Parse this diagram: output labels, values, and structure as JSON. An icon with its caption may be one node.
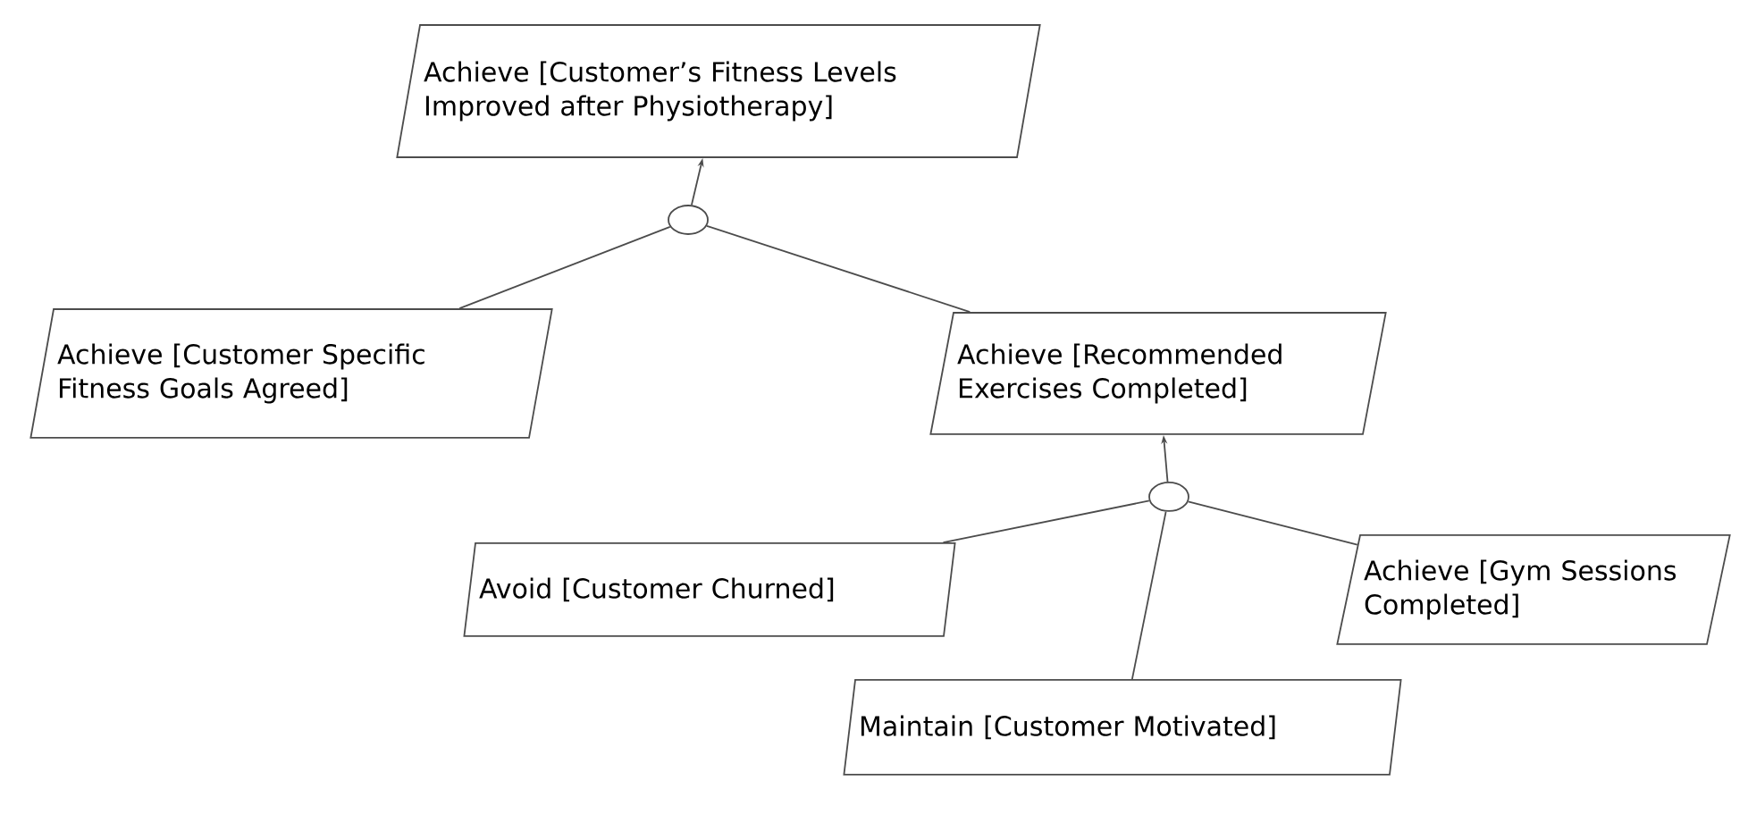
{
  "diagram": {
    "nodes": [
      {
        "text": [
          "Achieve [Customer’s Fitness Levels Improved after Physiotherapy]"
        ]
      },
      {
        "text": [],
        "shape": "circle"
      },
      {
        "text": [
          "Achieve [Customer Specific Fitness Goals Agreed]"
        ]
      },
      {
        "text": [
          "Achieve [Recommended Exercises Completed]"
        ]
      },
      {
        "text": [],
        "shape": "circle"
      },
      {
        "text": [
          "Avoid [Customer Churned]"
        ]
      },
      {
        "text": [
          "Achieve [Gym Sessions Completed]"
        ]
      },
      {
        "text": [
          "Maintain [Customer Motivated]"
        ]
      }
    ],
    "edges": [
      {
        "from": 1,
        "to": 0,
        "arrow": "to"
      },
      {
        "from": 2,
        "to": 1,
        "arrow": "none"
      },
      {
        "from": 3,
        "to": 1,
        "arrow": "none"
      },
      {
        "from": 4,
        "to": 3,
        "arrow": "to"
      },
      {
        "from": 5,
        "to": 4,
        "arrow": "none"
      },
      {
        "from": 6,
        "to": 4,
        "arrow": "none"
      },
      {
        "from": 7,
        "to": 4,
        "arrow": "none"
      }
    ]
  }
}
